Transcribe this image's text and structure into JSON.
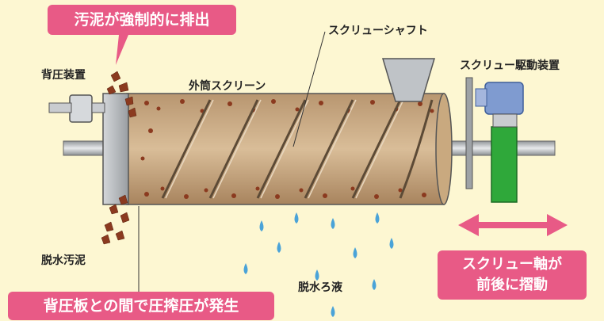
{
  "labels": {
    "top_callout": "汚泥が強制的に排出",
    "back_pressure_device": "背圧装置",
    "outer_screen": "外筒スクリーン",
    "screw_shaft": "スクリューシャフト",
    "screw_drive": "スクリュー駆動装置",
    "dewatered_sludge": "脱水汚泥",
    "filtrate": "脱水ろ液",
    "bottom_callout": "背圧板との間で圧搾圧が発生",
    "slide_callout_line1": "スクリュー軸が",
    "slide_callout_line2": "前後に摺動"
  },
  "colors": {
    "background": "#fdf7d2",
    "callout": "#e85a86",
    "cylinder": "#c8a882",
    "sludge": "#8b3a1f",
    "drive_green": "#2fa83a",
    "drop": "#4aa3d8",
    "metal": "#b8bcc0"
  }
}
